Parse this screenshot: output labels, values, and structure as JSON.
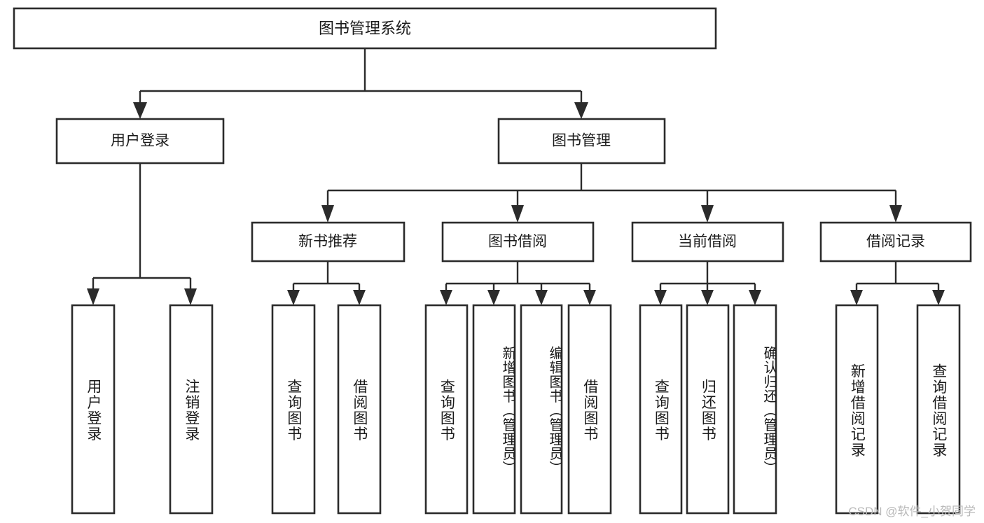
{
  "diagram": {
    "title": "图书管理系统",
    "type": "tree-hierarchy",
    "watermark": "CSDN @软件_小贺同学",
    "colors": {
      "box_stroke": "#2b2b2b",
      "box_fill": "#ffffff",
      "connector": "#2b2b2b",
      "text": "#1a1a1a",
      "background": "#ffffff",
      "watermark": "#b9b9b9"
    },
    "levels": {
      "root": {
        "label": "图书管理系统"
      },
      "level2": [
        {
          "label": "用户登录"
        },
        {
          "label": "图书管理"
        }
      ],
      "level3": [
        {
          "label": "新书推荐"
        },
        {
          "label": "图书借阅"
        },
        {
          "label": "当前借阅"
        },
        {
          "label": "借阅记录"
        }
      ]
    },
    "leaves": {
      "user_login": [
        {
          "label": "用户登录"
        },
        {
          "label": "注销登录"
        }
      ],
      "new_book_recommend": [
        {
          "label": "查询图书"
        },
        {
          "label": "借阅图书"
        }
      ],
      "book_borrow": [
        {
          "label": "查询图书"
        },
        {
          "label": "新增图书（管理员）"
        },
        {
          "label": "编辑图书（管理员）"
        },
        {
          "label": "借阅图书"
        }
      ],
      "current_borrow": [
        {
          "label": "查询图书"
        },
        {
          "label": "归还图书"
        },
        {
          "label": "确认归还（管理员）"
        }
      ],
      "borrow_record": [
        {
          "label": "新增借阅记录"
        },
        {
          "label": "查询借阅记录"
        }
      ]
    }
  }
}
